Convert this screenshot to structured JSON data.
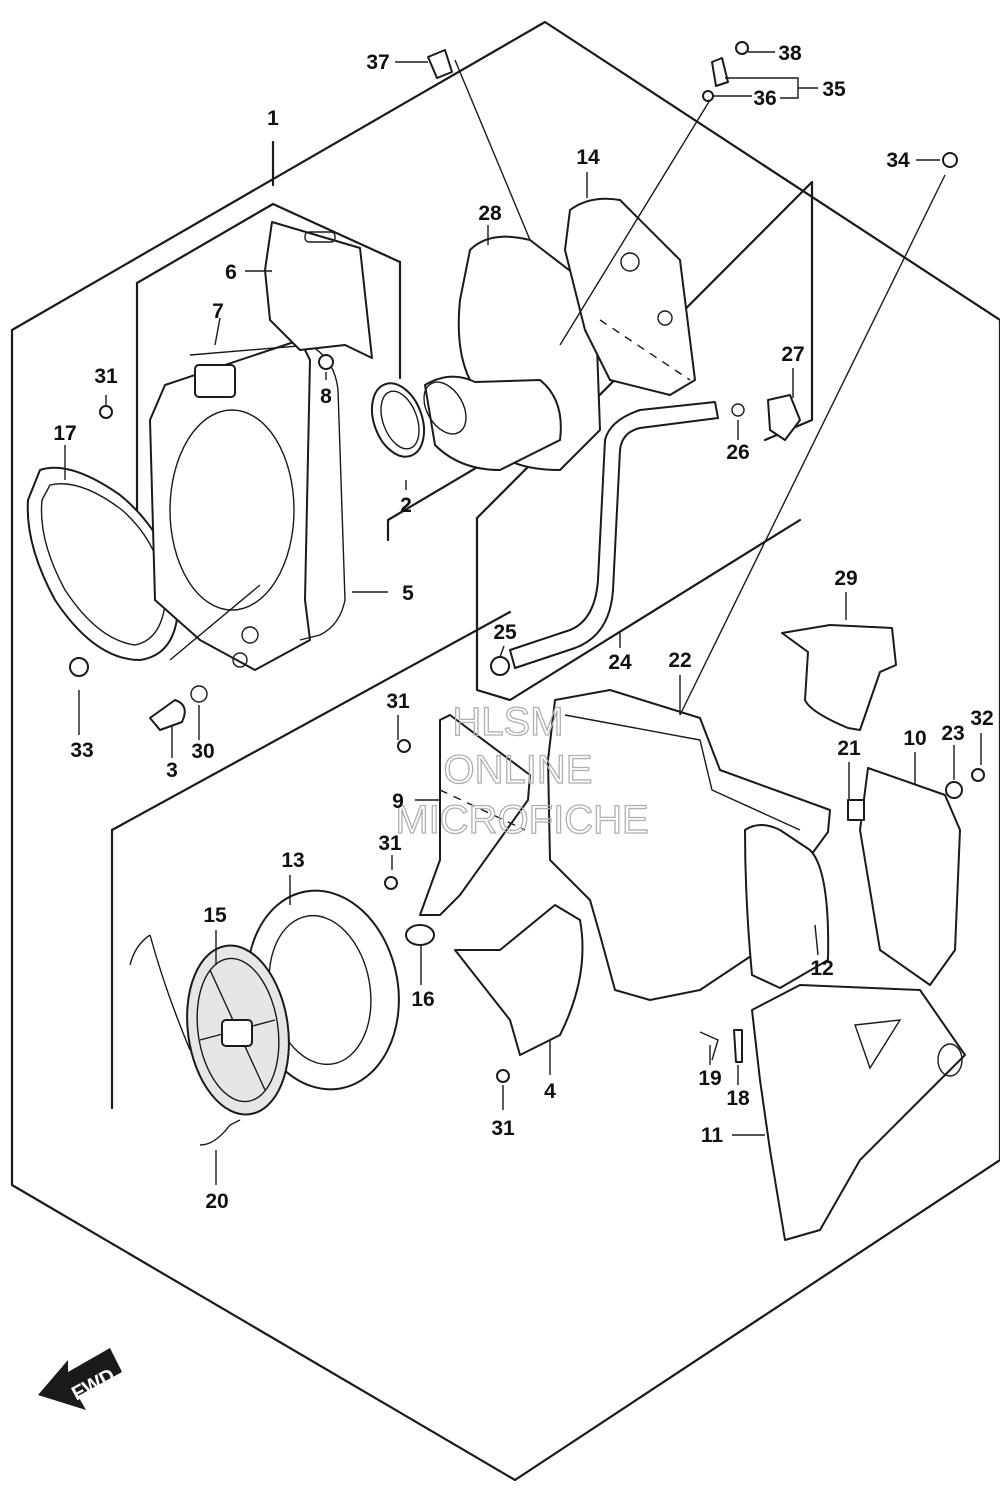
{
  "watermark": {
    "line1": "HLSM",
    "line2": "ONLINE",
    "line3": "MICROFICHE"
  },
  "direction_label": "FWD",
  "callouts": {
    "c1": "1",
    "c2": "2",
    "c3": "3",
    "c4": "4",
    "c5": "5",
    "c6": "6",
    "c7": "7",
    "c8": "8",
    "c9": "9",
    "c10": "10",
    "c11": "11",
    "c12": "12",
    "c13": "13",
    "c14": "14",
    "c15": "15",
    "c16": "16",
    "c17": "17",
    "c18": "18",
    "c19": "19",
    "c20": "20",
    "c21": "21",
    "c22": "22",
    "c23": "23",
    "c24": "24",
    "c25": "25",
    "c26": "26",
    "c27": "27",
    "c28": "28",
    "c29": "29",
    "c30": "30",
    "c31a": "31",
    "c31b": "31",
    "c31c": "31",
    "c31d": "31",
    "c32": "32",
    "c33": "33",
    "c34": "34",
    "c35": "35",
    "c36": "36",
    "c37": "37",
    "c38": "38"
  }
}
